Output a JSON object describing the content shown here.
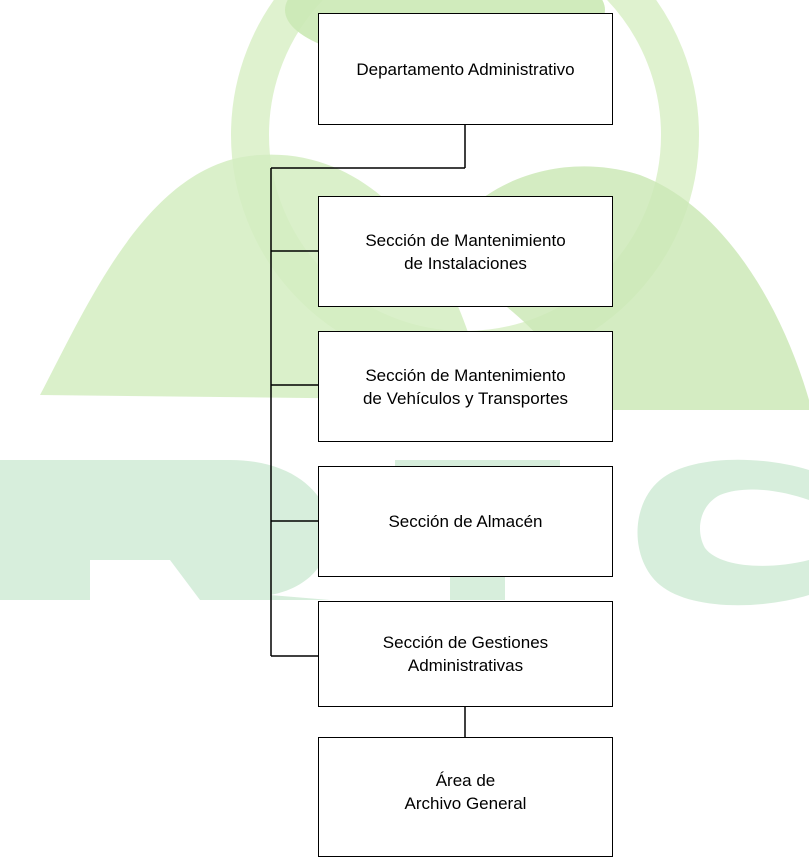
{
  "colors": {
    "watermark": "#bfe3a8",
    "watermark_text": "#b8e2c6",
    "line": "#000000",
    "box_border": "#000000"
  },
  "watermark": {
    "letters": "R T C"
  },
  "nodes": {
    "root": {
      "line1": "Departamento Administrativo",
      "line2": ""
    },
    "instal": {
      "line1": "Sección de Mantenimiento",
      "line2": "de Instalaciones"
    },
    "vehiculos": {
      "line1": "Sección de Mantenimiento",
      "line2": "de Vehículos y Transportes"
    },
    "almacen": {
      "line1": "Sección de Almacén",
      "line2": ""
    },
    "gestiones": {
      "line1": "Sección de Gestiones",
      "line2": "Administrativas"
    },
    "archivo": {
      "line1": "Área de",
      "line2": "Archivo General"
    }
  }
}
